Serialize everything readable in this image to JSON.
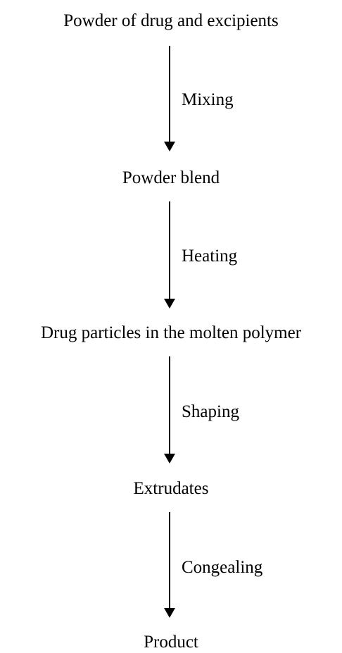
{
  "nodes": [
    "Powder of drug and excipients",
    "Powder blend",
    "Drug particles in the molten polymer",
    "Extrudates",
    "Product"
  ],
  "steps": [
    "Mixing",
    "Heating",
    "Shaping",
    "Congealing"
  ]
}
